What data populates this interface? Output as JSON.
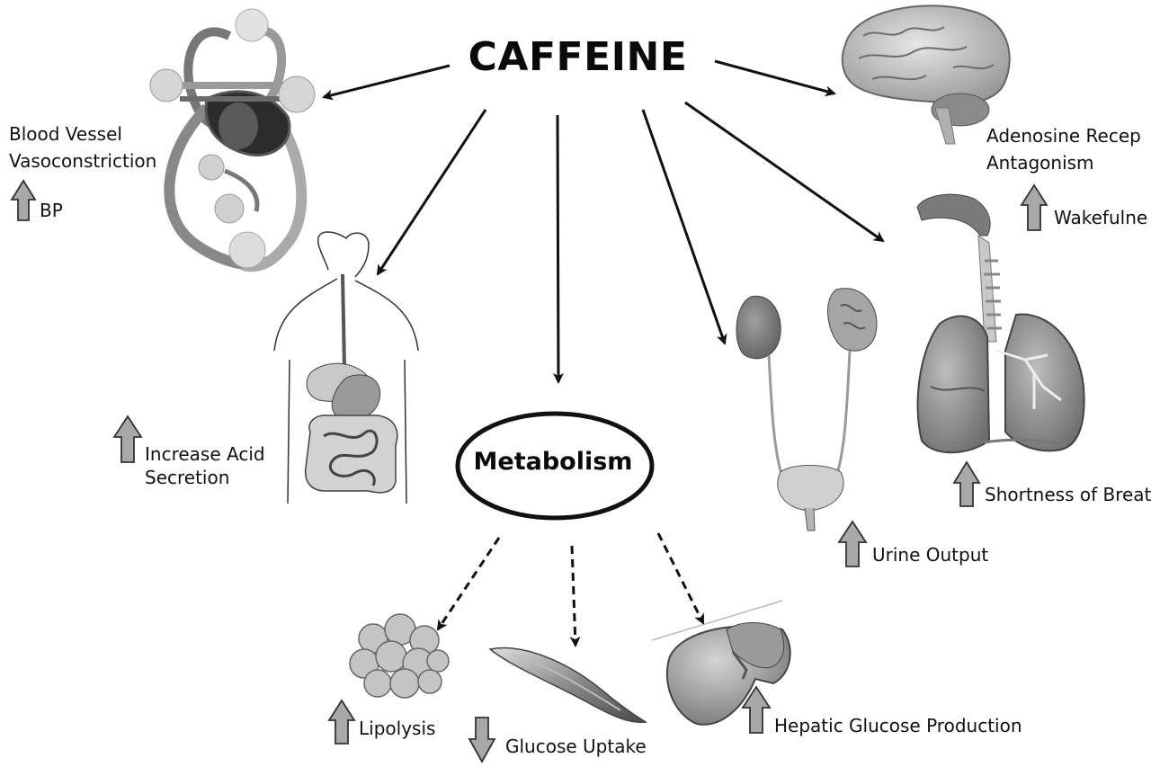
{
  "title": "CAFFEINE",
  "center_node": "Metabolism",
  "effects": {
    "cardio": {
      "line1": "Blood Vessel",
      "line2": "Vasoconstriction",
      "bp": "BP",
      "direction": "up"
    },
    "brain": {
      "line1": "Adenosine Recep",
      "line2": "Antagonism",
      "wake": "Wakefulne",
      "direction": "up"
    },
    "gi": {
      "line1": "Increase Acid",
      "line2": "Secretion",
      "direction": "up"
    },
    "lungs": {
      "text": "Shortness of Breat",
      "direction": "up"
    },
    "kidney": {
      "text": "Urine Output",
      "direction": "up"
    },
    "fat": {
      "text": "Lipolysis",
      "direction": "up"
    },
    "muscle": {
      "text": "Glucose Uptake",
      "direction": "down"
    },
    "liver": {
      "text": "Hepatic Glucose Production",
      "direction": "up"
    }
  },
  "colors": {
    "arrow_fill": "#a8a8a8",
    "organ_gray": "#8c8c8c",
    "line": "#111111"
  }
}
